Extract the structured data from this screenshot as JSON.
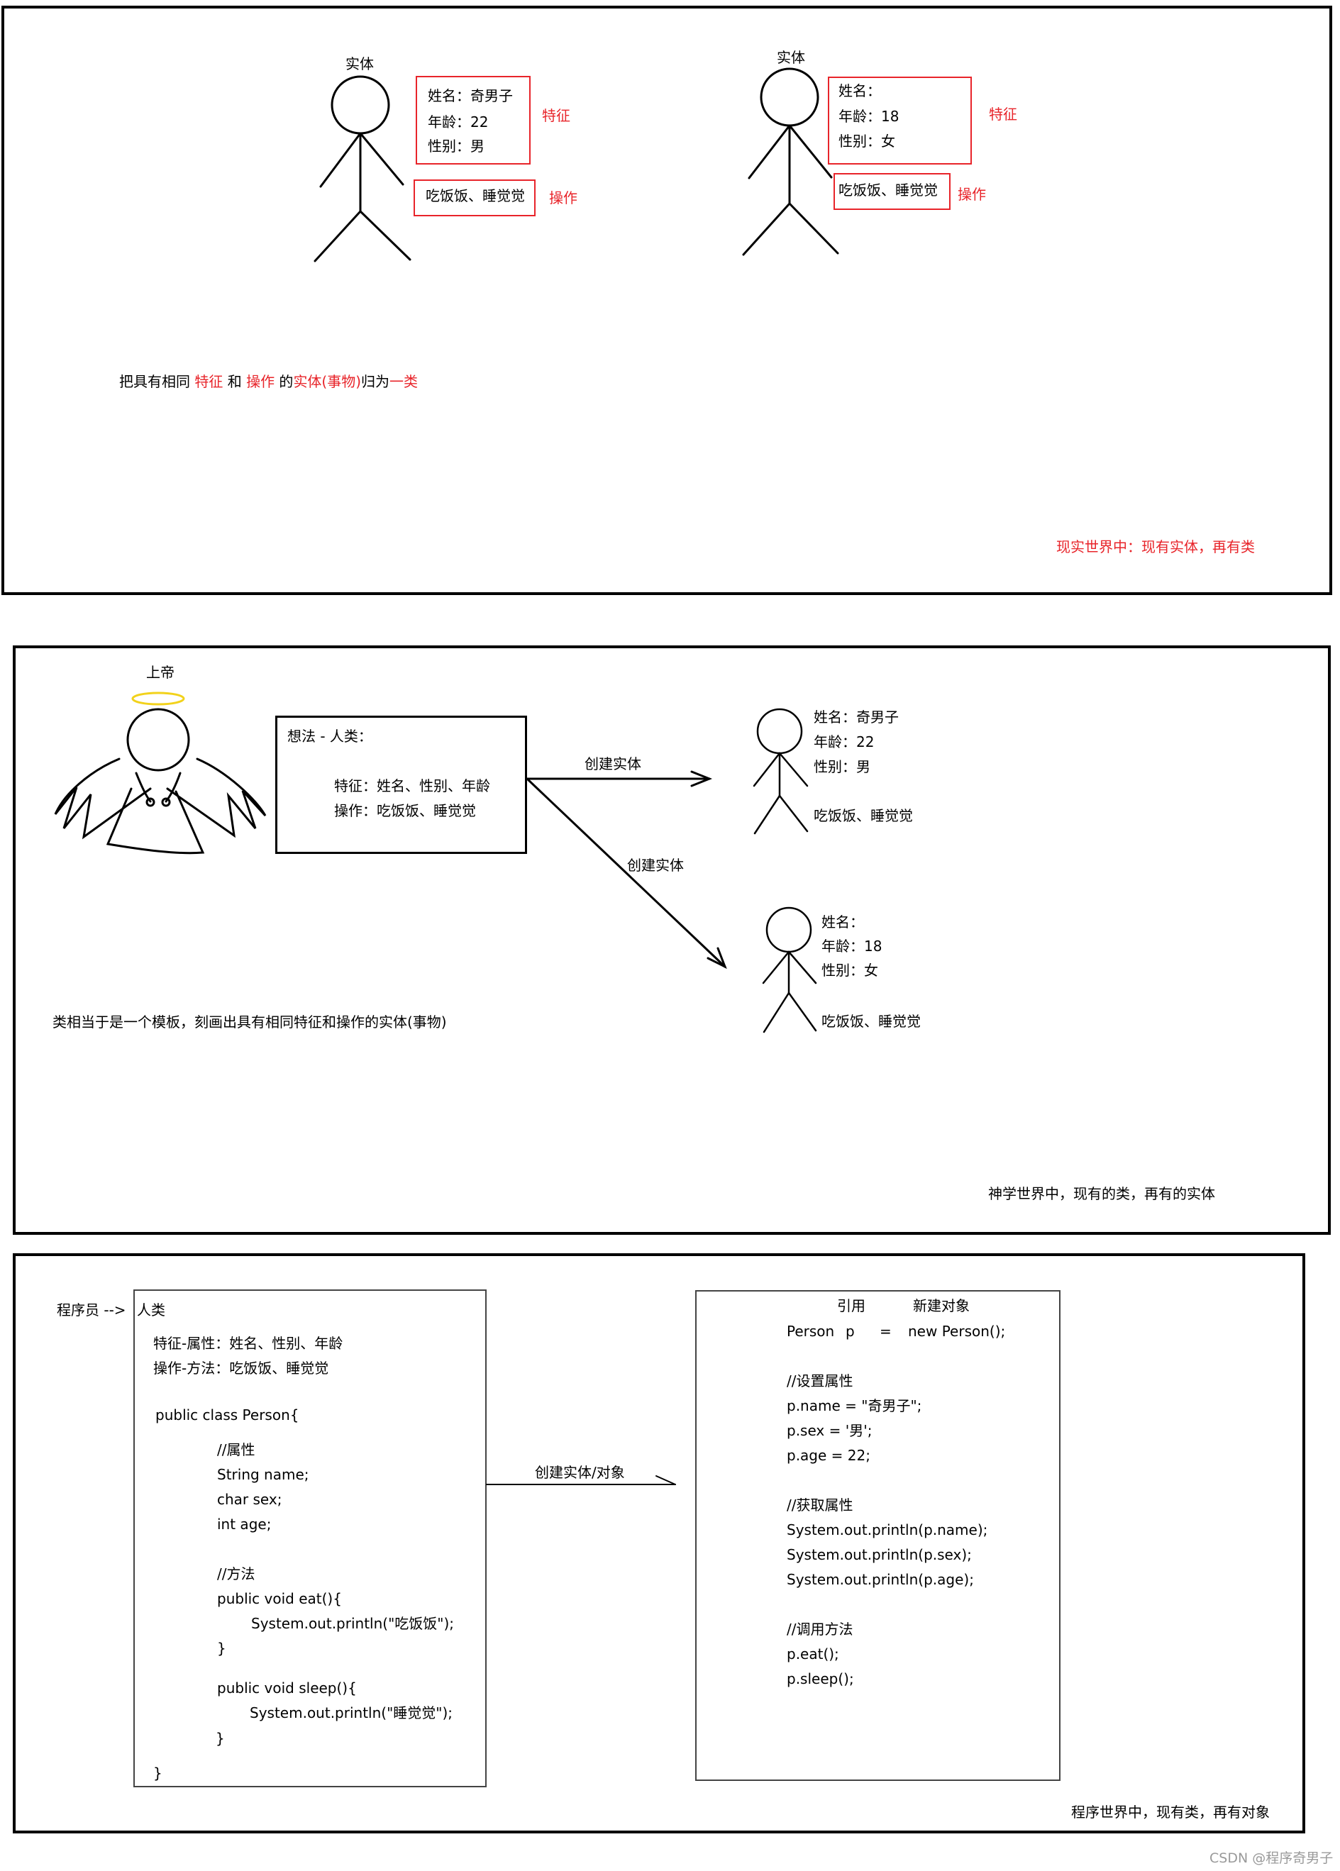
{
  "panel1": {
    "entity_label_1": "实体",
    "entity_label_2": "实体",
    "person1": {
      "name": "姓名：奇男子",
      "age": "年龄：22",
      "gender": "性别：男",
      "actions": "吃饭饭、睡觉觉"
    },
    "person2": {
      "name": "姓名：",
      "age": "年龄：18",
      "gender": "性别：女",
      "actions": "吃饭饭、睡觉觉"
    },
    "feature_tag": "特征",
    "action_tag": "操作",
    "summary": {
      "p1": "把具有相同 ",
      "p2": "特征",
      "p3": " 和 ",
      "p4": "操作",
      "p5": " 的",
      "p6": "实体(事物)",
      "p7": "归为",
      "p8": "一类"
    },
    "caption": "现实世界中：现有实体，再有类"
  },
  "panel2": {
    "god_label": "上帝",
    "idea_title": "想法 - 人类：",
    "idea_features": "特征：姓名、性别、年龄",
    "idea_actions": "操作：吃饭饭、睡觉觉",
    "arrow_label_1": "创建实体",
    "arrow_label_2": "创建实体",
    "person1": {
      "name": "姓名：奇男子",
      "age": "年龄：22",
      "gender": "性别：男",
      "actions": "吃饭饭、睡觉觉"
    },
    "person2": {
      "name": "姓名：",
      "age": "年龄：18",
      "gender": "性别：女",
      "actions": "吃饭饭、睡觉觉"
    },
    "note": "类相当于是一个模板，刻画出具有相同特征和操作的实体(事物)",
    "caption": "神学世界中，现有的类，再有的实体"
  },
  "panel3": {
    "programmer_label": "程序员 -->",
    "class_box": {
      "title": "人类",
      "features": "特征-属性：姓名、性别、年龄",
      "actions": "操作-方法：吃饭饭、睡觉觉",
      "code": [
        "public class Person{",
        "//属性",
        "String name;",
        "char sex;",
        "int age;",
        "//方法",
        "public void eat(){",
        "System.out.println(\"吃饭饭\");",
        "}",
        "public void sleep(){",
        "System.out.println(\"睡觉觉\");",
        "}",
        "}"
      ]
    },
    "arrow_label": "创建实体/对象",
    "object_box": {
      "ref_label": "引用",
      "new_label": "新建对象",
      "decl_type": "Person",
      "decl_var": "p",
      "decl_eq": "=",
      "decl_new": "new Person();",
      "code": [
        "//设置属性",
        "p.name = \"奇男子\";",
        "p.sex = '男';",
        "p.age = 22;",
        "//获取属性",
        "System.out.println(p.name);",
        "System.out.println(p.sex);",
        "System.out.println(p.age);",
        "//调用方法",
        "p.eat();",
        "p.sleep();"
      ]
    },
    "caption": "程序世界中，现有类，再有对象"
  },
  "watermark": "CSDN @程序奇男子",
  "colors": {
    "accent_red": "#e8242a",
    "halo_yellow": "#f2d21b",
    "line": "#000000"
  }
}
